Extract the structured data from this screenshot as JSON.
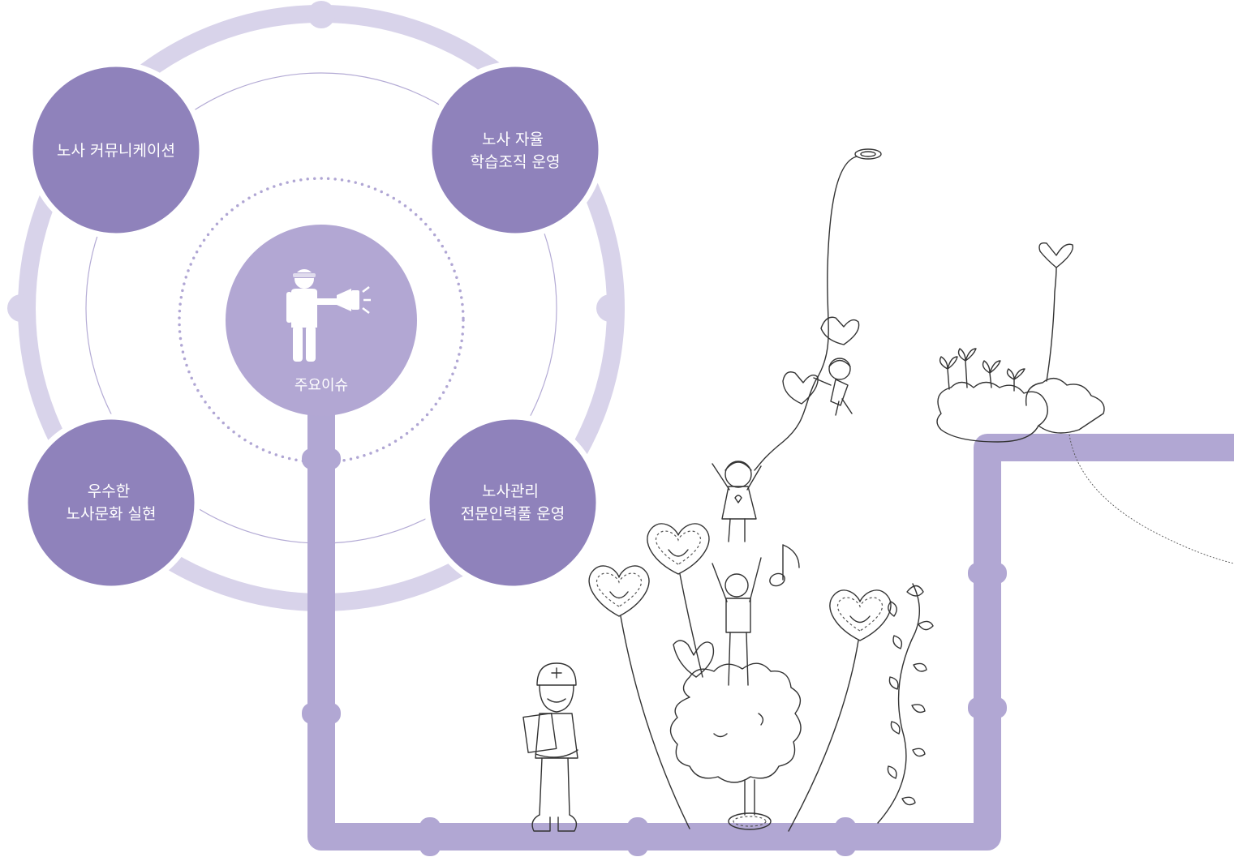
{
  "center": {
    "label": "주요이슈",
    "icon": "megaphone-person-icon"
  },
  "nodes": [
    {
      "id": "communication",
      "lines": [
        "노사 커뮤니케이션"
      ]
    },
    {
      "id": "learning",
      "lines": [
        "노사 자율",
        "학습조직 운영"
      ]
    },
    {
      "id": "culture",
      "lines": [
        "우수한",
        "노사문화 실현"
      ]
    },
    {
      "id": "experts",
      "lines": [
        "노사관리",
        "전문인력풀 운영"
      ]
    }
  ],
  "colors": {
    "outer_ring": "#d8d3ea",
    "thin_ring": "#b4abd5",
    "dotted_ring": "#b0a6d4",
    "node_fill": "#8f82bb",
    "node_border": "#ffffff",
    "center_fill": "#b2a7d3",
    "pipe": "#b1a7d3",
    "joint": "#b1a7d3",
    "line_art": "#333333"
  },
  "illustration": {
    "elements": [
      "worker-with-clipboard",
      "heart-lollipops",
      "tree",
      "man-cheering",
      "girl-waving",
      "climber-on-rope",
      "hanging-lamp",
      "music-note",
      "vine",
      "sprout-clouds",
      "heart-sprout"
    ]
  }
}
